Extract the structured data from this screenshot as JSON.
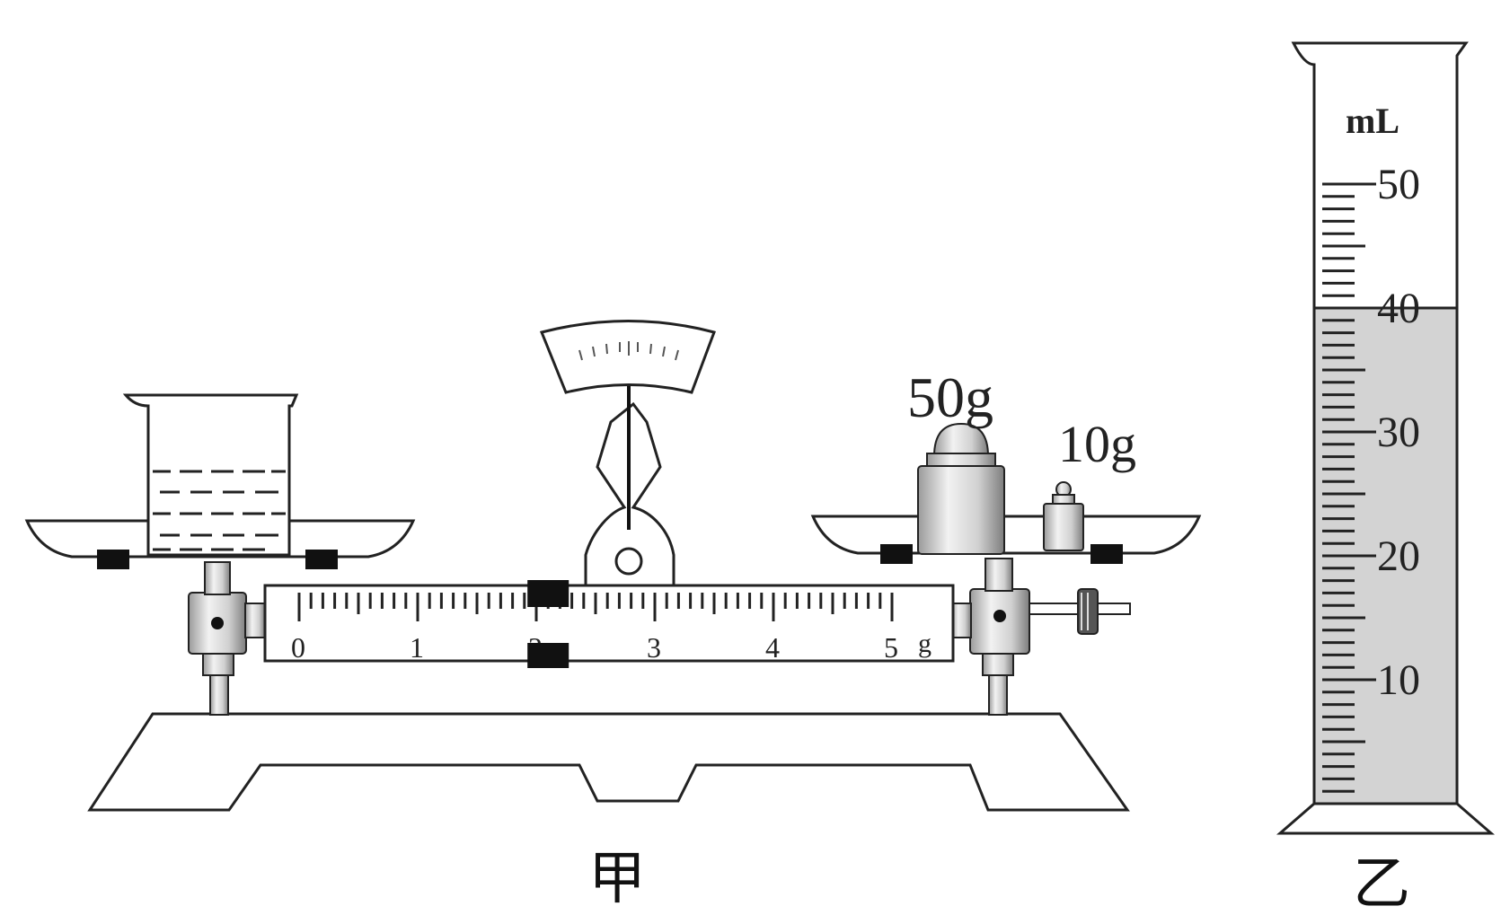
{
  "balance": {
    "caption": "甲",
    "weight_large": "50g",
    "weight_small": "10g",
    "scale_ticks": [
      "0",
      "1",
      "2",
      "3",
      "4",
      "5"
    ],
    "scale_unit": "g",
    "rider_value": 2.1
  },
  "cylinder": {
    "caption": "乙",
    "unit": "mL",
    "scale_labels": [
      "50",
      "40",
      "30",
      "20",
      "10"
    ],
    "liquid_level": 40
  }
}
